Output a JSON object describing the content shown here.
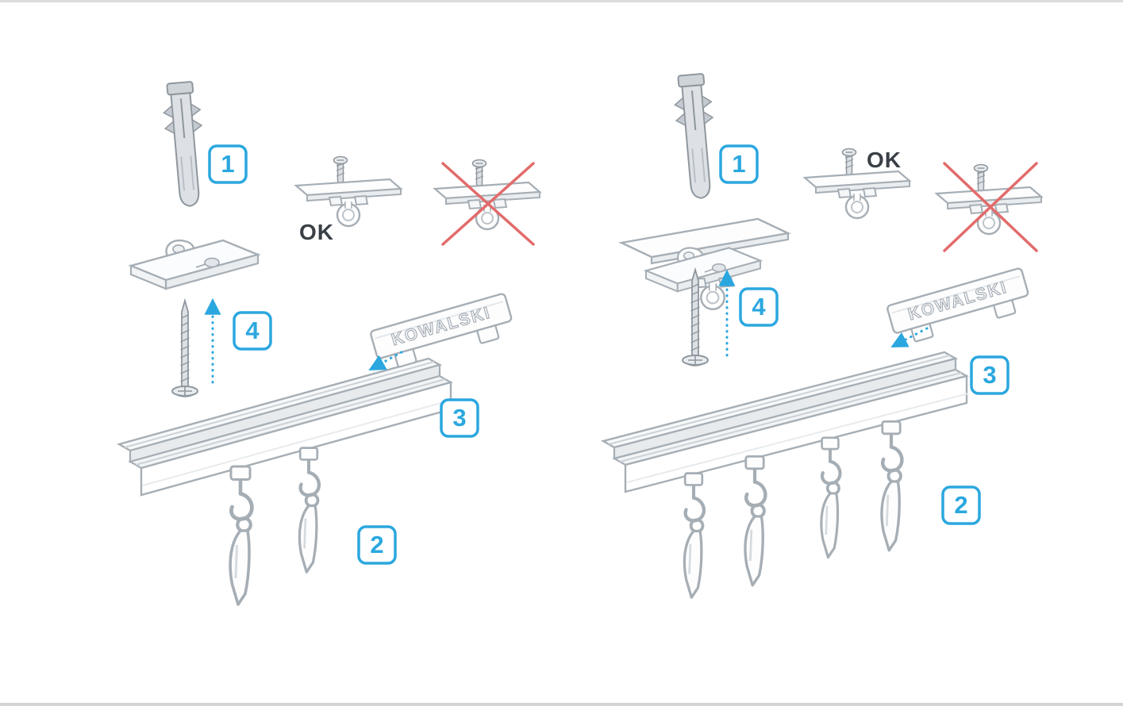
{
  "colors": {
    "accent_blue": "#2ba7df",
    "error_red": "#e26b6b",
    "outline_gray": "#a6aeb5",
    "ok_text_gray": "#3a4046"
  },
  "panels": [
    {
      "name": "left-variant",
      "ok": "OK",
      "brand": "KOWALSKI",
      "badges": {
        "plug": "1",
        "hooks": "2",
        "endcap": "3",
        "bracket": "4"
      }
    },
    {
      "name": "right-variant",
      "ok": "OK",
      "brand": "KOWALSKI",
      "badges": {
        "plug": "1",
        "hooks": "2",
        "endcap": "3",
        "bracket": "4"
      }
    }
  ]
}
